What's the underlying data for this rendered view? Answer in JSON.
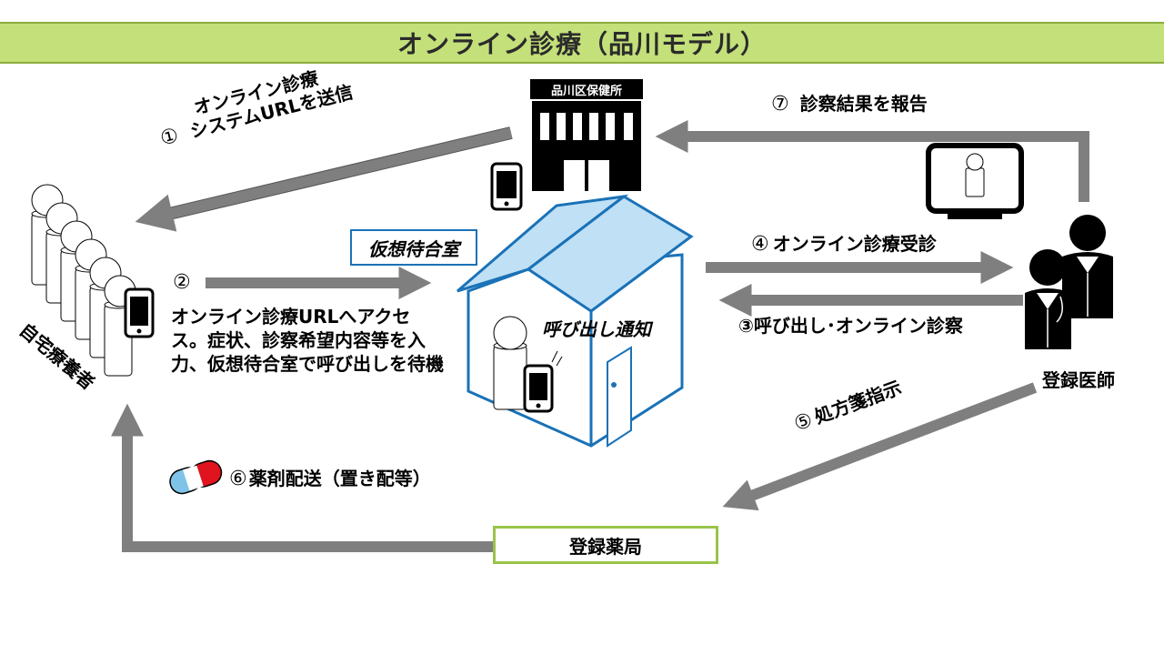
{
  "title": "オンライン診療（品川モデル）",
  "labels": {
    "health_center_sign": "品川区保健所",
    "patients": "自宅療養者",
    "doctor": "登録医師",
    "virtual_room": "仮想待合室",
    "pharmacy": "登録薬局",
    "call_notice": "呼び出し通知"
  },
  "steps": {
    "s1_num": "①",
    "s1_line1": "オンライン診療",
    "s1_line2": "システムURLを送信",
    "s2_num": "②",
    "s2_text": "オンライン診療URLへアクセス。症状、診察希望内容等を入力、仮想待合室で呼び出しを待機",
    "s3": "③呼び出し･オンライン診察",
    "s4_num": "④",
    "s4_text": "オンライン診療受診",
    "s5_num": "⑤",
    "s5_text": "処方箋指示",
    "s6_num": "⑥",
    "s6_text": "薬剤配送（置き配等）",
    "s7_num": "⑦",
    "s7_text": "診察結果を報告"
  },
  "colors": {
    "title_bg": "#c3e07a",
    "arrow_gray": "#7f7f7f",
    "house_blue": "#1a72b7",
    "roof_fill": "#bfe0f5",
    "pharmacy_border": "#98c44a",
    "capsule_red": "#e0141e",
    "capsule_blue": "#7fc4e8"
  },
  "icons": [
    "smartphone-icon",
    "building-icon",
    "monitor-icon",
    "doctor-icon",
    "capsule-icon",
    "house-icon",
    "patient-icon"
  ]
}
